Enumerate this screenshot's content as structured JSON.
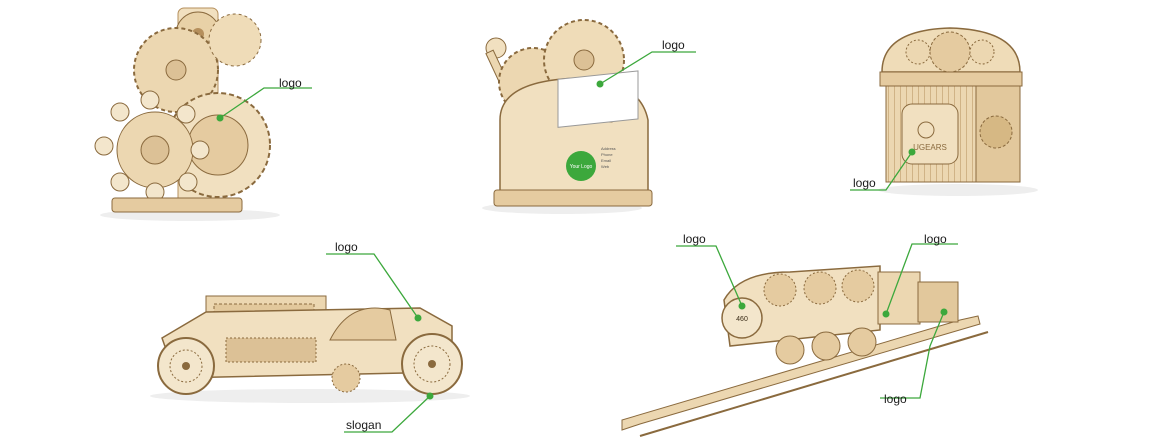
{
  "accent_color": "#3ca83c",
  "wood_colors": {
    "light": "#f1e0c0",
    "mid": "#dcc196",
    "dark": "#b58f5c",
    "line": "#8a6a3e"
  },
  "products": [
    {
      "name": "dynamometer-model",
      "callouts": [
        "logo"
      ]
    },
    {
      "name": "business-card-holder-model",
      "callouts": [
        "logo"
      ],
      "card_texts": [
        "Your Logo",
        "Address",
        "Phone",
        "Email",
        "Web"
      ]
    },
    {
      "name": "treasure-box-model",
      "callouts": [
        "logo"
      ],
      "brand": "UGEARS"
    },
    {
      "name": "race-car-model",
      "callouts": [
        "logo",
        "slogan"
      ]
    },
    {
      "name": "locomotive-model",
      "callouts": [
        "logo",
        "logo",
        "logo"
      ],
      "badge": "460"
    }
  ],
  "callout_labels": {
    "dynamometer_logo": "logo",
    "card_holder_logo": "logo",
    "box_logo": "logo",
    "car_logo": "logo",
    "car_slogan": "slogan",
    "train_front_logo": "logo",
    "train_cab_logo": "logo",
    "train_tender_logo": "logo"
  }
}
